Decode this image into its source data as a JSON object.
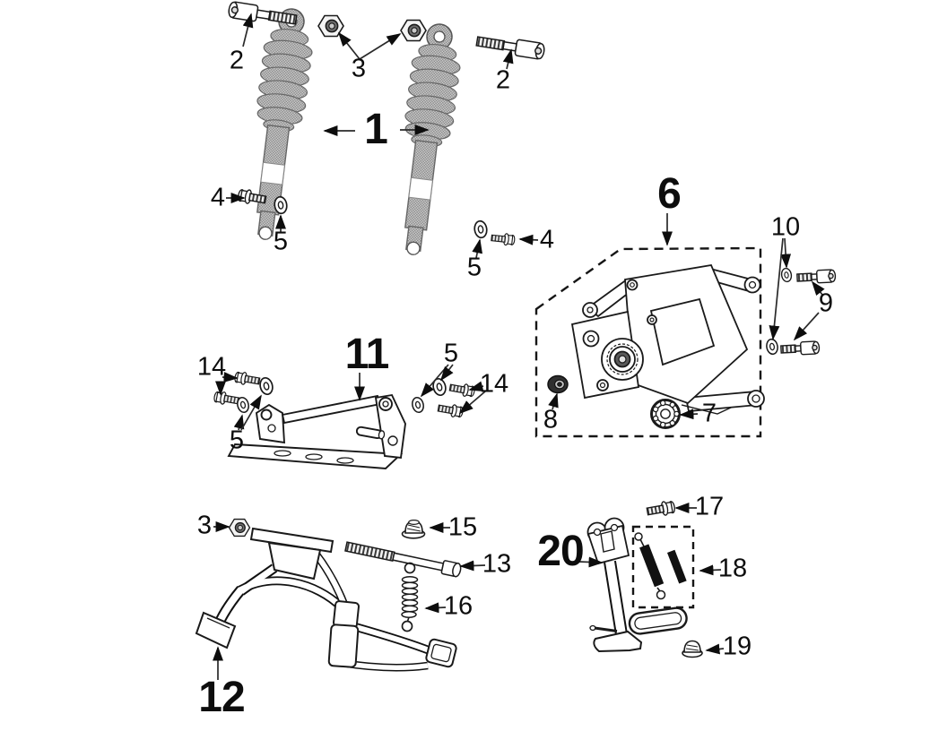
{
  "diagram": {
    "type": "exploded-parts-diagram",
    "background": "#ffffff",
    "colors": {
      "ink": "#1a1a1a",
      "halftone_gray": "#8a8a8a",
      "spring_black": "#111111"
    }
  },
  "callouts": {
    "shock_assembly": "1",
    "bolt_upper_left": "2",
    "bolt_upper_right": "2",
    "nuts_upper": "3",
    "bolt_lower_left": "4",
    "bolt_lower_right": "4",
    "washer_lower_left": "5",
    "washer_lower_right": "5",
    "bracket_assembly": "6",
    "bearing": "7",
    "bushing": "8",
    "bracket_bolts": "9",
    "bracket_washers": "10",
    "support_bracket": "11",
    "support_bolts_left": "14",
    "support_bolts_right": "14",
    "support_washers_left": "5",
    "support_washers_right": "5",
    "center_stand": "12",
    "stand_nut": "3",
    "stand_bolt": "13",
    "stand_buffer": "15",
    "stand_spring": "16",
    "side_stand": "20",
    "side_stand_bolt": "17",
    "side_stand_springs": "18",
    "side_stand_pad": "19"
  }
}
